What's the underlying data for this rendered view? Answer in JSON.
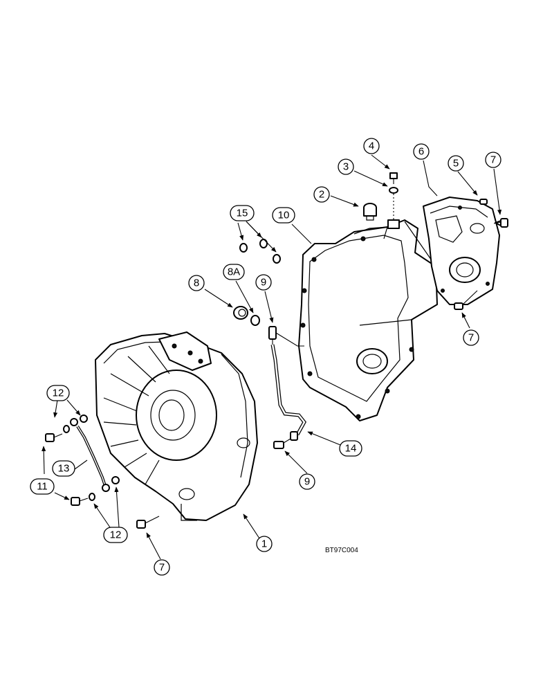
{
  "diagram_code": "BT97C004",
  "callouts": [
    {
      "id": "c1",
      "text": "1"
    },
    {
      "id": "c2",
      "text": "2"
    },
    {
      "id": "c3",
      "text": "3"
    },
    {
      "id": "c4",
      "text": "4"
    },
    {
      "id": "c5",
      "text": "5"
    },
    {
      "id": "c6",
      "text": "6"
    },
    {
      "id": "c7a",
      "text": "7"
    },
    {
      "id": "c7b",
      "text": "7"
    },
    {
      "id": "c7c",
      "text": "7"
    },
    {
      "id": "c8",
      "text": "8"
    },
    {
      "id": "c8a",
      "text": "8A"
    },
    {
      "id": "c9a",
      "text": "9"
    },
    {
      "id": "c9b",
      "text": "9"
    },
    {
      "id": "c10",
      "text": "10"
    },
    {
      "id": "c11",
      "text": "11"
    },
    {
      "id": "c12a",
      "text": "12"
    },
    {
      "id": "c12b",
      "text": "12"
    },
    {
      "id": "c13",
      "text": "13"
    },
    {
      "id": "c14",
      "text": "14"
    },
    {
      "id": "c15",
      "text": "15"
    }
  ]
}
